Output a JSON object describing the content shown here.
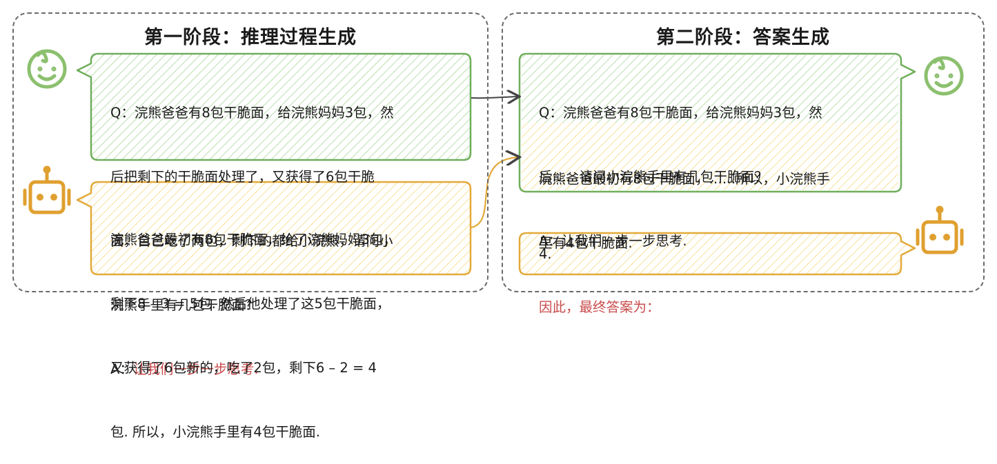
{
  "stage1": {
    "title": "第一阶段：推理过程生成",
    "question_lines": [
      "Q：浣熊爸爸有8包干脆面，给浣熊妈妈3包，然",
      "后把剩下的干脆面处理了，又获得了6包干脆",
      "面，自己吃了两包，剩下的都给小浣熊，请问小",
      "浣熊手里有几包干脆面？"
    ],
    "answer_prefix": "A：",
    "answer_prompt": "让我们一步一步思考.",
    "reasoning_lines": [
      "浣熊爸爸最初有8包干脆面，给了浣熊妈妈3包，",
      "剩下8 – 3 = 5包. 然后他处理了这5包干脆面，",
      "又获得了6包新的，吃了2包，剩下6 – 2 = 4",
      "包. 所以，小浣熊手里有4包干脆面."
    ]
  },
  "stage2": {
    "title": "第二阶段：答案生成",
    "question_lines": [
      "Q：浣熊爸爸有8包干脆面，给浣熊妈妈3包，然",
      "后……请问小浣熊手里有几包干脆面？",
      "A：让我们一步一步思考."
    ],
    "reasoning_lines": [
      "浣熊爸爸最初有8包干脆面，……所以，小浣熊手",
      "里有4包干脆面."
    ],
    "answer_trigger": "因此，最终答案为：",
    "final_answer": "4."
  },
  "colors": {
    "green": "#6fae5a",
    "green_fill": "#a9d69a",
    "yellow": "#e3a93a",
    "yellow_fill": "#f6dc8a",
    "red_text": "#c94b4b",
    "robot": "#e0a030"
  },
  "icons": [
    "smiley-face-icon",
    "robot-icon"
  ]
}
